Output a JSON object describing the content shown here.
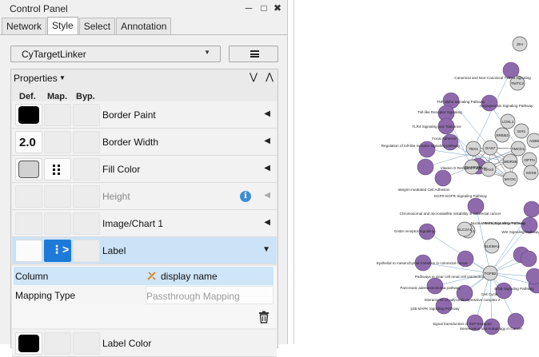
{
  "panel": {
    "title": "Control Panel",
    "tabs": [
      "Network",
      "Style",
      "Select",
      "Annotation"
    ],
    "active_tab": "Style",
    "style_selector": "CyTargetLinker",
    "properties_label": "Properties",
    "columns": {
      "def": "Def.",
      "map": "Map.",
      "byp": "Byp."
    },
    "rows": [
      {
        "label": "Border Paint"
      },
      {
        "label": "Border Width",
        "def_value": "2.0"
      },
      {
        "label": "Fill Color"
      },
      {
        "label": "Height"
      },
      {
        "label": "Image/Chart 1"
      },
      {
        "label": "Label"
      },
      {
        "label": "Label Color"
      }
    ],
    "mapping": {
      "column_key": "Column",
      "column_value": "display name",
      "type_key": "Mapping Type",
      "type_value": "Passthrough Mapping"
    }
  },
  "colors": {
    "selected_row": "#cce3f7",
    "mapping_accent": "#1e7ad8",
    "node_purple": "#8e6aad",
    "node_grey": "#d6d6d6"
  },
  "network": {
    "gene_nodes": [
      "ZIH",
      "TMTC2",
      "LOXL1",
      "SIX1",
      "SREB2",
      "TBX1",
      "GAS7",
      "TMCD1",
      "ASB5",
      "WDR36",
      "OPTN",
      "SOX6",
      "ADAMTS9",
      "CAV2",
      "MYOC",
      "ELOVL1",
      "BLEMA1",
      "SLC2A1",
      "TGFB2"
    ],
    "pathway_labels": [
      "Canonical and Non-Canonical TGF-B signaling",
      "TNF alpha Signaling Pathway",
      "Angiogenesis Signaling Pathway",
      "Toll-like Receptor Signaling",
      "TLR4 Signaling and Tolerance",
      "Focal Adhesion",
      "Regulation of toll-like receptor signaling pathway",
      "Vitamin D Receptor Pathway",
      "Integrin-mediated Cell Adhesion",
      "EGFR-EGFR Signaling Pathway",
      "Chromosomal and microsatellite instability in colorectal cancer",
      "Nuclear Receptors Meta-Pathway",
      "GABA receptor Signaling",
      "MAPK Signaling Pathway",
      "Epithelial to mesenchymal transition in colorectal cancer",
      "Pathways in clear cell renal cell carcinoma",
      "Pancreatic adenocarcinoma pathway",
      "p38 MAPK Signaling Pathway",
      "Signal transduction of S1P Receptor",
      "Senescence and Autophagy in Cancer",
      "Cell Cycle",
      "ErbB Signaling Pathway",
      "Interactome of polycomb repressive complex 2",
      "Wnt Signaling Pathway"
    ]
  }
}
